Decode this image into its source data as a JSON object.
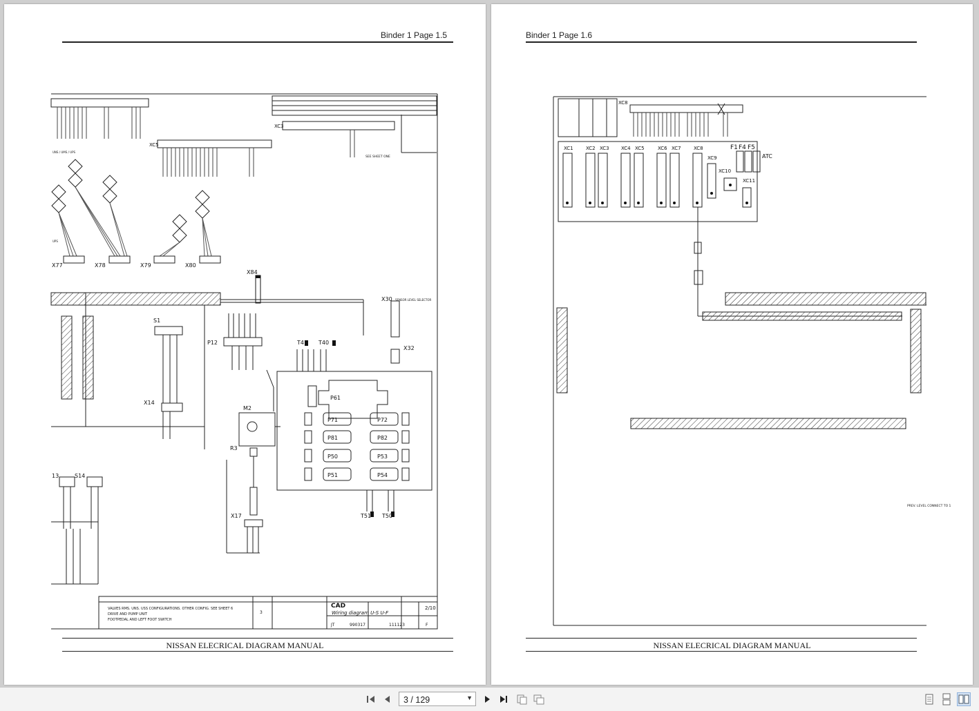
{
  "pages": [
    {
      "header": "Binder 1  Page 1.5",
      "footer": "NISSAN ELECRICAL DIAGRAM MANUAL",
      "title_block": {
        "description_lines": [
          "VALVES RMS. UNS. USS CONFIGURATIONS. OTHER CONFIG. SEE SHEET 6",
          "DRIVE AND PUMP UNIT",
          "FOOTPEDAL AND LEFT FOOT SWITCH"
        ],
        "cad": "CAD",
        "drawing_title": "Wiring diagram U-S U-F",
        "sheet": "2/10",
        "drawn": "JT",
        "date": "990317",
        "number": "111123",
        "revision": "F",
        "sheet_ref": "3"
      },
      "labels": {
        "xc3": "XC3",
        "xc5": "XC5",
        "x77": "X77",
        "x78": "X78",
        "x79": "X79",
        "x80": "X80",
        "x84": "X84",
        "x30": "X30",
        "x32": "X32",
        "t41": "T41",
        "t40": "T40",
        "s1": "S1",
        "p12": "P12",
        "x14": "X14",
        "m2": "M2",
        "r3": "R3",
        "x17": "X17",
        "s13": "13",
        "s14": "S14",
        "p61": "P61",
        "p71": "P71",
        "p72": "P72",
        "p81": "P81",
        "p82": "P82",
        "p50": "P50",
        "p53": "P53",
        "p51": "P51",
        "p54": "P54",
        "t51": "T51",
        "t50": "T50",
        "see_sheet": "SEE SHEET ONE",
        "sensor_level": "SENSOR LEVEL SELECTOR",
        "ups": "UPS",
        "uns_ums": "UNS / UMS / UPS"
      }
    },
    {
      "header": "Binder 1  Page 1.6",
      "footer": "NISSAN ELECRICAL DIAGRAM MANUAL",
      "labels": {
        "xc8": "XC8",
        "xc1": "XC1",
        "xc2": "XC2",
        "xc3": "XC3",
        "xc4": "XC4",
        "xc5": "XC5",
        "xc6": "XC6",
        "xc7": "XC7",
        "xc8b": "XC8",
        "xc9": "XC9",
        "xc10": "XC10",
        "xc11": "XC11",
        "f1": "F1",
        "f4": "F4",
        "f5": "F5",
        "atc": "ATC",
        "prev_level": "PREV. LEVEL CONNECT TO 1"
      }
    }
  ],
  "toolbar": {
    "page_input": "3 / 129",
    "first_icon": "first-page-icon",
    "prev_icon": "prev-page-icon",
    "next_icon": "next-page-icon",
    "last_icon": "last-page-icon",
    "view_icons": [
      "single-page-view-icon",
      "continuous-view-icon",
      "two-page-view-icon"
    ]
  }
}
